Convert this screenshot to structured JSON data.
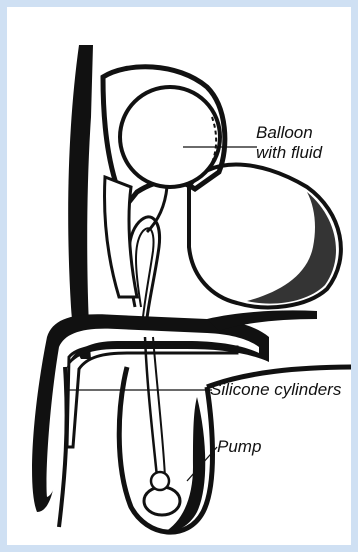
{
  "labels": {
    "balloon_line1": "Balloon",
    "balloon_line2": "with fluid",
    "cylinders": "Silicone cylinders",
    "pump": "Pump"
  },
  "colors": {
    "frame": "#cfe0f3",
    "ink": "#111111",
    "paper": "#ffffff"
  }
}
